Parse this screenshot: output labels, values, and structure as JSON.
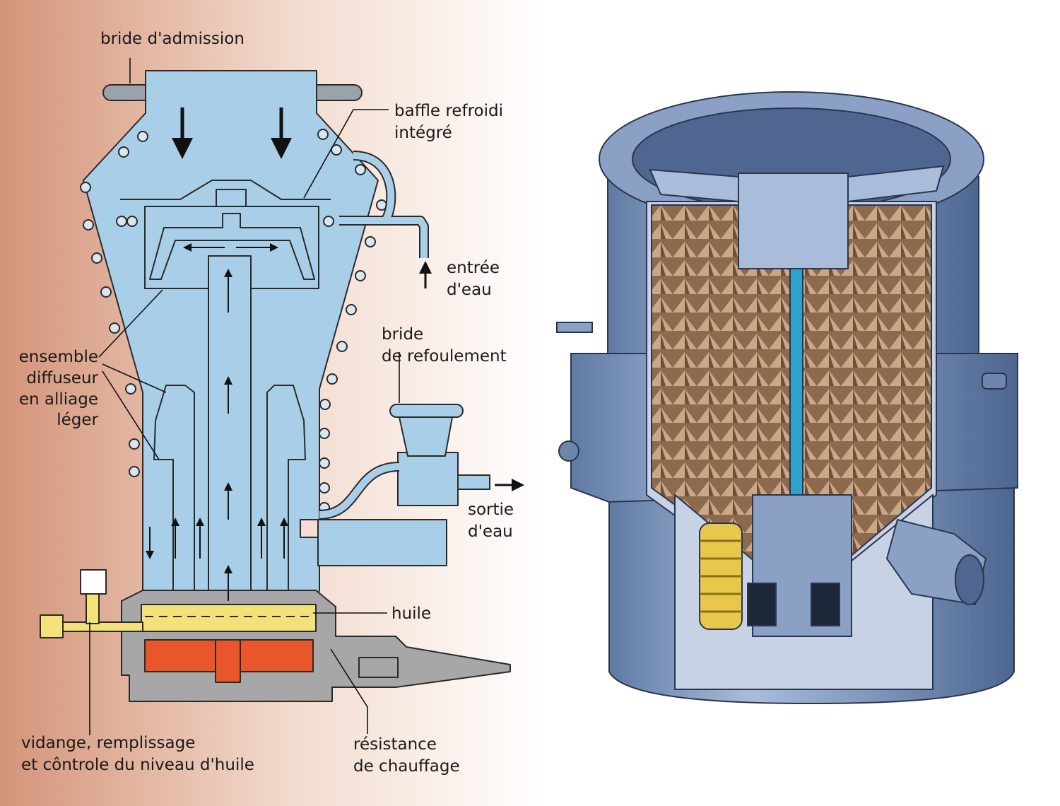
{
  "labels": {
    "bride_admission": "bride d'admission",
    "baffle_1": "baffle refroidi",
    "baffle_2": "intégré",
    "entree_1": "entrée",
    "entree_2": "d'eau",
    "bride_ref_1": "bride",
    "bride_ref_2": "de refoulement",
    "ensemble_1": "ensemble",
    "ensemble_2": "diffuseur",
    "ensemble_3": "en alliage",
    "ensemble_4": "léger",
    "sortie_1": "sortie",
    "sortie_2": "d'eau",
    "huile": "huile",
    "vidange_1": "vidange, remplissage",
    "vidange_2": "et cônt­role du niveau d'huile",
    "resistance_1": "résistance",
    "resistance_2": "de chauffage"
  },
  "colors": {
    "pump_body": "#a9cfe8",
    "outline": "#2a2a2a",
    "oil": "#f3e27a",
    "heater": "#e8562a",
    "base": "#a7a7a7",
    "bg_left": "#d79a7e",
    "bg_right": "#ffffff",
    "cutaway_metal": "#7d95b8",
    "rotor_blades": "#a37c5c",
    "shaft": "#2fa3c7",
    "bellows": "#e8c84a"
  }
}
